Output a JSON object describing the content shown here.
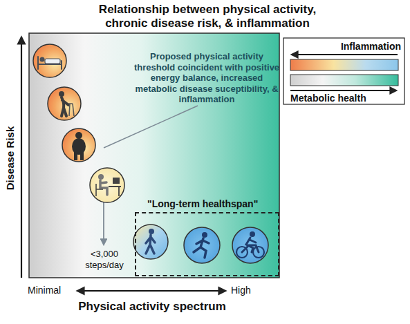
{
  "diagram": {
    "title": "Relationship between physical activity, chronic disease risk, & inflammation",
    "nodes": [
      {
        "text": [
          "\"Long-term healthspan\""
        ]
      }
    ],
    "labels": [
      "Proposed physical activity threshold coincident with positive energy balance, increased metabolic disease suceptibility, & inflammation",
      "<3,000 steps/day",
      "Disease Risk",
      "Minimal",
      "High",
      "Physical activity spectrum"
    ],
    "legend": [
      {
        "text": "Inflammation"
      },
      {
        "text": "Metabolic health"
      }
    ]
  }
}
